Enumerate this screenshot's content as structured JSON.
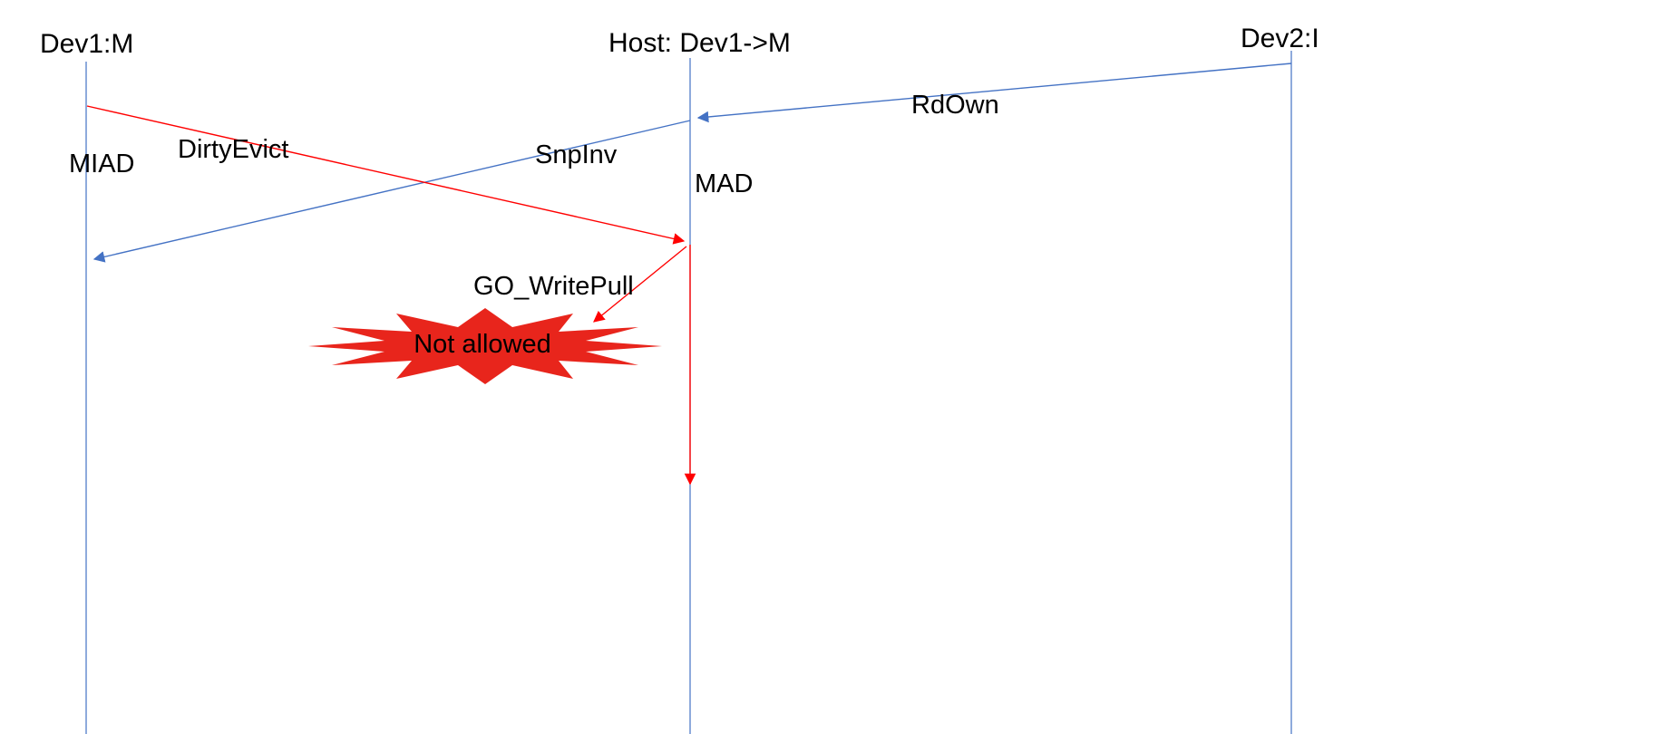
{
  "diagram": {
    "type": "sequence-diagram",
    "lifelines": [
      {
        "id": "dev1",
        "label": "Dev1:M"
      },
      {
        "id": "host",
        "label": "Host: Dev1->M"
      },
      {
        "id": "dev2",
        "label": "Dev2:I"
      }
    ],
    "messages": {
      "rdown": {
        "label": "RdOwn",
        "from": "Dev2:I",
        "to": "Host",
        "color": "blue"
      },
      "snpinv": {
        "label": "SnpInv",
        "from": "Host",
        "to": "Dev1:M",
        "color": "blue"
      },
      "dirtyevict": {
        "label": "DirtyEvict",
        "from": "Dev1:M",
        "to": "Host",
        "color": "red"
      },
      "gowritepull": {
        "label": "GO_WritePull",
        "from": "Host",
        "to": "annotation",
        "color": "red"
      }
    },
    "states": {
      "dev1_state": "MIAD",
      "host_state": "MAD"
    },
    "annotation": {
      "text": "Not allowed",
      "shape": "starburst"
    }
  },
  "colors": {
    "lifeline": "#4472c4",
    "arrow_blue": "#4472c4",
    "arrow_red": "#ff0000",
    "starburst": "#e8251c",
    "starburst_text": "#ffffff",
    "label_text": "#000000"
  }
}
